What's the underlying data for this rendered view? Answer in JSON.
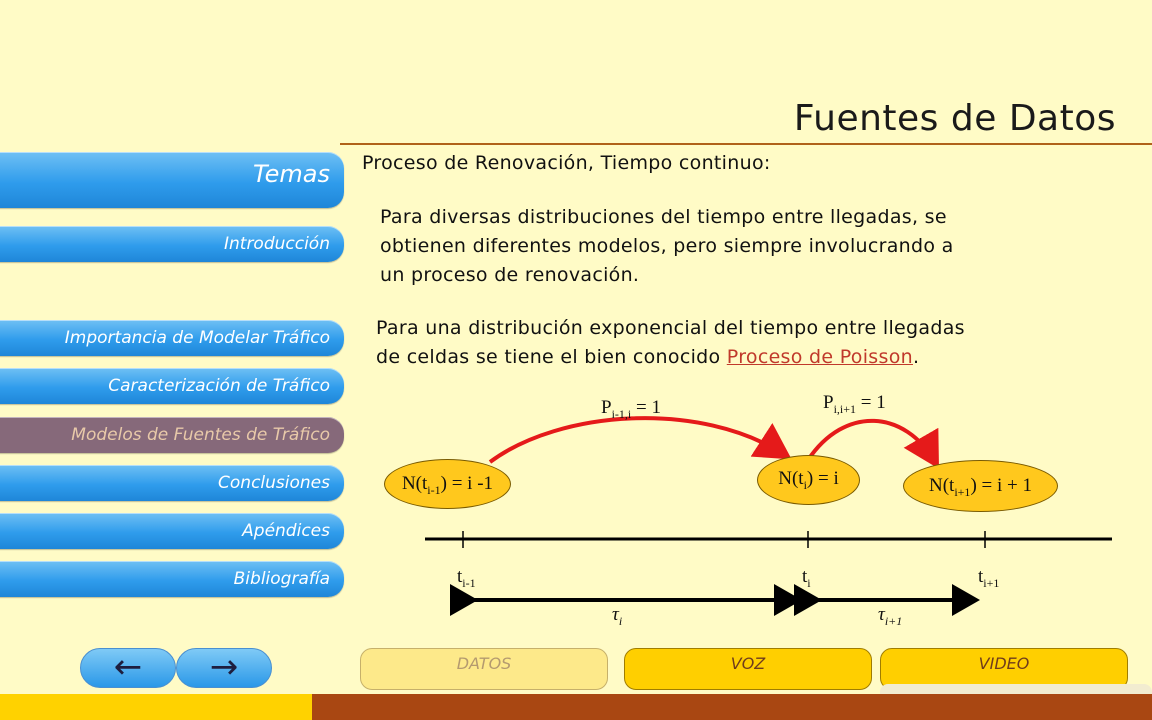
{
  "title": "Fuentes de Datos",
  "sidebar": {
    "heading": "Temas",
    "items": [
      {
        "label": "Introducción"
      },
      {
        "label": "Importancia de Modelar Tráfico"
      },
      {
        "label": "Caracterización de Tráfico"
      },
      {
        "label": "Modelos de Fuentes de Tráfico"
      },
      {
        "label": "Conclusiones"
      },
      {
        "label": "Apéndices"
      },
      {
        "label": "Bibliografía"
      }
    ]
  },
  "content": {
    "subtitle": "Proceso de Renovación, Tiempo continuo:",
    "para1_lines": [
      "Para diversas distribuciones del tiempo entre llegadas, se",
      "obtienen diferentes modelos, pero siempre involucrando a",
      "un proceso de renovación."
    ],
    "para2_line1": "Para una distribución exponencial del tiempo entre llegadas",
    "para2_line2_prefix": "de celdas se tiene el bien conocido ",
    "para2_link": "Proceso de Poisson",
    "para2_suffix": "."
  },
  "diagram": {
    "state_prev_prefix": "N(t",
    "state_prev_sub": "i-1",
    "state_prev_suffix": ") = i -1",
    "state_cur_prefix": "N(t",
    "state_cur_sub": "i",
    "state_cur_suffix": ") = i",
    "state_next_prefix": "N(t",
    "state_next_sub": "i+1",
    "state_next_suffix": ") = i + 1",
    "prob1_prefix": "P",
    "prob1_sub": "i-1,i",
    "prob1_suffix": " = 1",
    "prob2_prefix": "P",
    "prob2_sub": "i,i+1",
    "prob2_suffix": " = 1",
    "tick1_base": "t",
    "tick1_sub": "i-1",
    "tick2_base": "t",
    "tick2_sub": "i",
    "tick3_base": "t",
    "tick3_sub": "i+1",
    "tau1_base": "τ",
    "tau1_sub": "i",
    "tau2_base": "τ",
    "tau2_sub": "i+1",
    "arc_color": "#e51a1a"
  },
  "nav": {
    "back": "←",
    "forward": "→"
  },
  "tabs": {
    "datos": "DATOS",
    "voz": "VOZ",
    "video": "VIDEO"
  }
}
